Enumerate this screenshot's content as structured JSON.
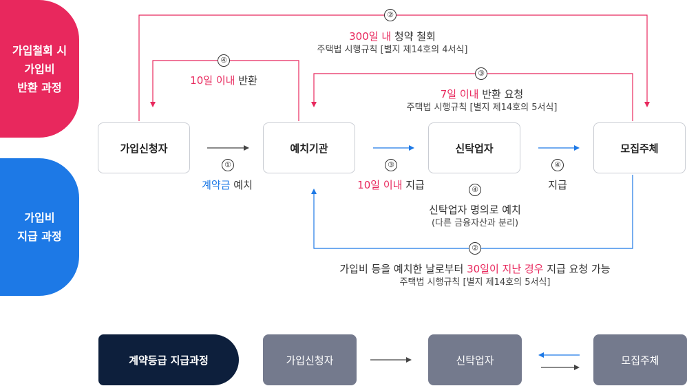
{
  "side": {
    "refund_label": "가입철회 시\n가입비\n반환 과정",
    "pay_label": "가입비\n지급 과정"
  },
  "nodes": {
    "applicant": "가입신청자",
    "depository": "예치기관",
    "trust": "신탁업자",
    "recruiter": "모집주체"
  },
  "steps": {
    "s1_num": "①",
    "s1_blue": "계약금",
    "s1_rest": " 예치",
    "s3_num": "③",
    "s3_red": "10일 이내",
    "s3_rest": " 지급",
    "s4_num": "④",
    "s4_text": "지급",
    "trust_num": "④",
    "trust_line1": "신탁업자 명의로 예치",
    "trust_line2": "(다른 금융자산과 분리)",
    "req_num": "②",
    "req_pre": "가입비 등을 예치한 날로부터 ",
    "req_red": "30일이 지난 경우",
    "req_post": " 지급 요청 가능",
    "req_ref": "주택법 시행규칙 [별지 제14호의 5서식]"
  },
  "refund": {
    "r2_num": "②",
    "r2_red": "300일 내",
    "r2_rest": " 청약 철회",
    "r2_ref": "주택법 시행규칙 [별지 제14호의 4서식]",
    "r3_num": "③",
    "r3_red": "7일 이내",
    "r3_rest": " 반환 요청",
    "r3_ref": "주택법 시행규칙 [별지 제14호의 5서식]",
    "r4_num": "④",
    "r4_red": "10일 이내",
    "r4_rest": " 반환"
  },
  "bottom": {
    "title": "계약등급 지급과정",
    "applicant": "가입신청자",
    "trust": "신탁업자",
    "recruiter": "모집주체"
  },
  "colors": {
    "red": "#e8285d",
    "blue": "#1d79e6",
    "navy": "#0d1f3c",
    "gray": "#747a8d"
  }
}
